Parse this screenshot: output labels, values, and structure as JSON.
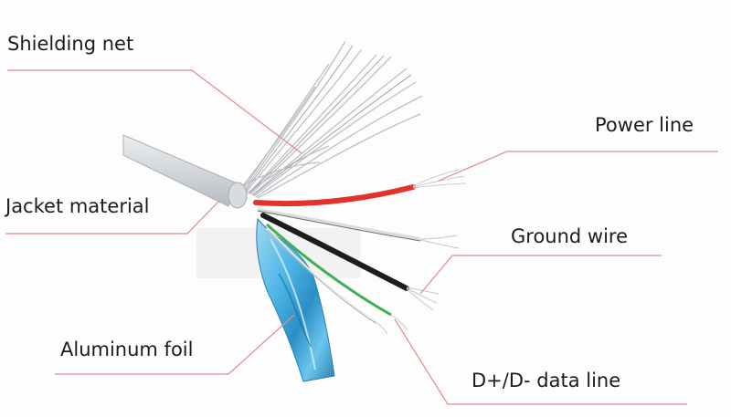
{
  "labels": {
    "shielding_net": "Shielding net",
    "power_line": "Power line",
    "jacket_material": "Jacket material",
    "ground_wire": "Ground wire",
    "aluminum_foil": "Aluminum foil",
    "data_line": "D+/D- data line"
  },
  "colors": {
    "leader_line": "#e28a8a",
    "jacket": "#d4d7da",
    "power_wire": "#e3322b",
    "ground_wire": "#1d1d1d",
    "data_wire_green": "#3fae55",
    "data_wire_white": "#eeeeee",
    "shield_strands": "#b9bcc0",
    "aluminum_foil": "#4fb6e6"
  }
}
